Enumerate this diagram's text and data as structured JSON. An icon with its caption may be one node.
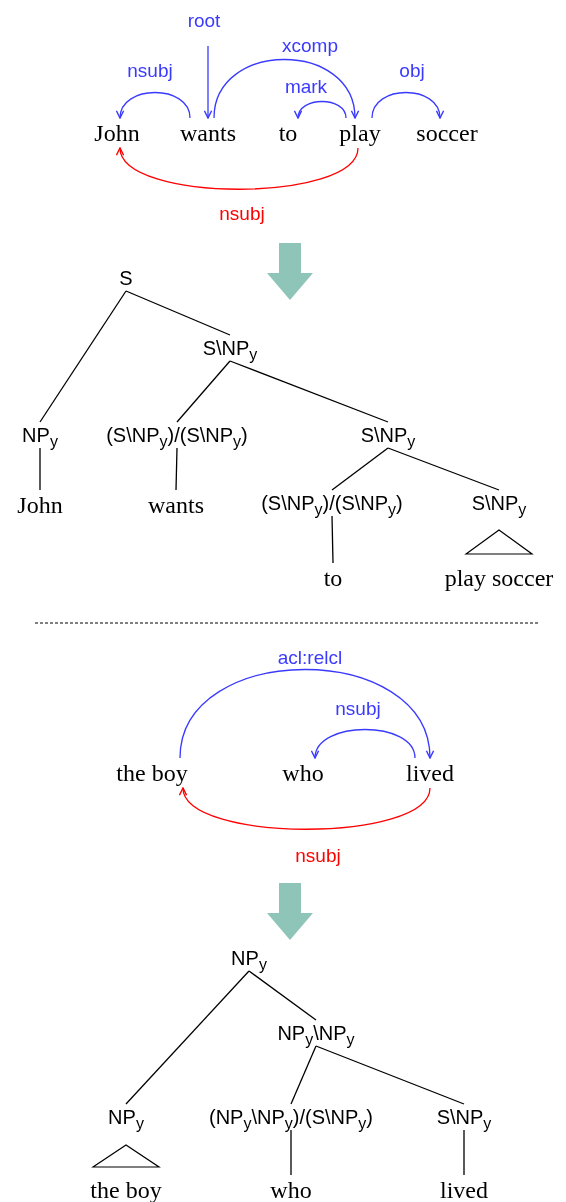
{
  "diagram": {
    "nodes": [
      {
        "text": [
          "John"
        ]
      },
      {
        "text": [
          "wants"
        ]
      },
      {
        "text": [
          "to"
        ]
      },
      {
        "text": [
          "play"
        ]
      },
      {
        "text": [
          "soccer"
        ]
      },
      {
        "text": [
          "S"
        ]
      },
      {
        "text": [
          "S\\NP$_{y}$"
        ]
      },
      {
        "text": [
          "NP$_{y}$"
        ]
      },
      {
        "text": [
          "(S\\NP$_{y}$)/(S\\NP$_{y}$)"
        ]
      },
      {
        "text": [
          "S\\NP$_{y}$"
        ]
      },
      {
        "text": [
          "John"
        ]
      },
      {
        "text": [
          "wants"
        ]
      },
      {
        "text": [
          "(S\\NP$_{y}$)/(S\\NP$_{y}$)"
        ]
      },
      {
        "text": [
          "S\\NP$_{y}$"
        ]
      },
      {
        "text": [
          "to"
        ]
      },
      {
        "text": [
          "the boy"
        ]
      },
      {
        "text": [
          "who"
        ]
      },
      {
        "text": [
          "lived"
        ]
      },
      {
        "text": [
          "NP$_{y}$"
        ]
      },
      {
        "text": [
          "NP$_{y}$\\NP$_{y}$"
        ]
      },
      {
        "text": [
          "NP$_{y}$"
        ]
      },
      {
        "text": [
          "(NP$_{y}$\\NP$_{y}$)/(S\\NP$_{y}$)"
        ]
      },
      {
        "text": [
          "S\\NP$_{y}$"
        ]
      },
      {
        "text": [
          "who"
        ]
      },
      {
        "text": [
          "lived"
        ]
      }
    ],
    "edges": [
      {
        "from": 1,
        "to": 0,
        "arrow": "to",
        "label": "nsubj",
        "color": "#3a3aff"
      },
      {
        "from": null,
        "to": 1,
        "arrow": "to",
        "label": "root",
        "color": "#3a3aff"
      },
      {
        "from": 1,
        "to": 3,
        "arrow": "to",
        "label": "xcomp",
        "color": "#3a3aff"
      },
      {
        "from": 3,
        "to": 2,
        "arrow": "to",
        "label": "mark",
        "color": "#3a3aff"
      },
      {
        "from": 3,
        "to": 4,
        "arrow": "to",
        "label": "obj",
        "color": "#3a3aff"
      },
      {
        "from": 3,
        "to": 0,
        "arrow": "to",
        "label": "nsubj",
        "color": "#ff0000"
      },
      {
        "from": 5,
        "to": 7,
        "arrow": "none"
      },
      {
        "from": 5,
        "to": 6,
        "arrow": "none"
      },
      {
        "from": 6,
        "to": 8,
        "arrow": "none"
      },
      {
        "from": 6,
        "to": 9,
        "arrow": "none"
      },
      {
        "from": 7,
        "to": 10,
        "arrow": "none"
      },
      {
        "from": 8,
        "to": 11,
        "arrow": "none"
      },
      {
        "from": 9,
        "to": 12,
        "arrow": "none"
      },
      {
        "from": 9,
        "to": 13,
        "arrow": "none"
      },
      {
        "from": 12,
        "to": 14,
        "arrow": "none"
      },
      {
        "from": 15,
        "to": 17,
        "arrow": "to",
        "label": "acl:relcl",
        "color": "#3a3aff"
      },
      {
        "from": 17,
        "to": 16,
        "arrow": "to",
        "label": "nsubj",
        "color": "#3a3aff"
      },
      {
        "from": 17,
        "to": 15,
        "arrow": "to",
        "label": "nsubj",
        "color": "#ff0000"
      },
      {
        "from": 18,
        "to": 20,
        "arrow": "none"
      },
      {
        "from": 18,
        "to": 19,
        "arrow": "none"
      },
      {
        "from": 19,
        "to": 21,
        "arrow": "none"
      },
      {
        "from": 19,
        "to": 22,
        "arrow": "none"
      },
      {
        "from": 21,
        "to": 23,
        "arrow": "none"
      },
      {
        "from": 22,
        "to": 24,
        "arrow": "none"
      }
    ],
    "labels": [
      "play soccer",
      "the boy"
    ]
  }
}
